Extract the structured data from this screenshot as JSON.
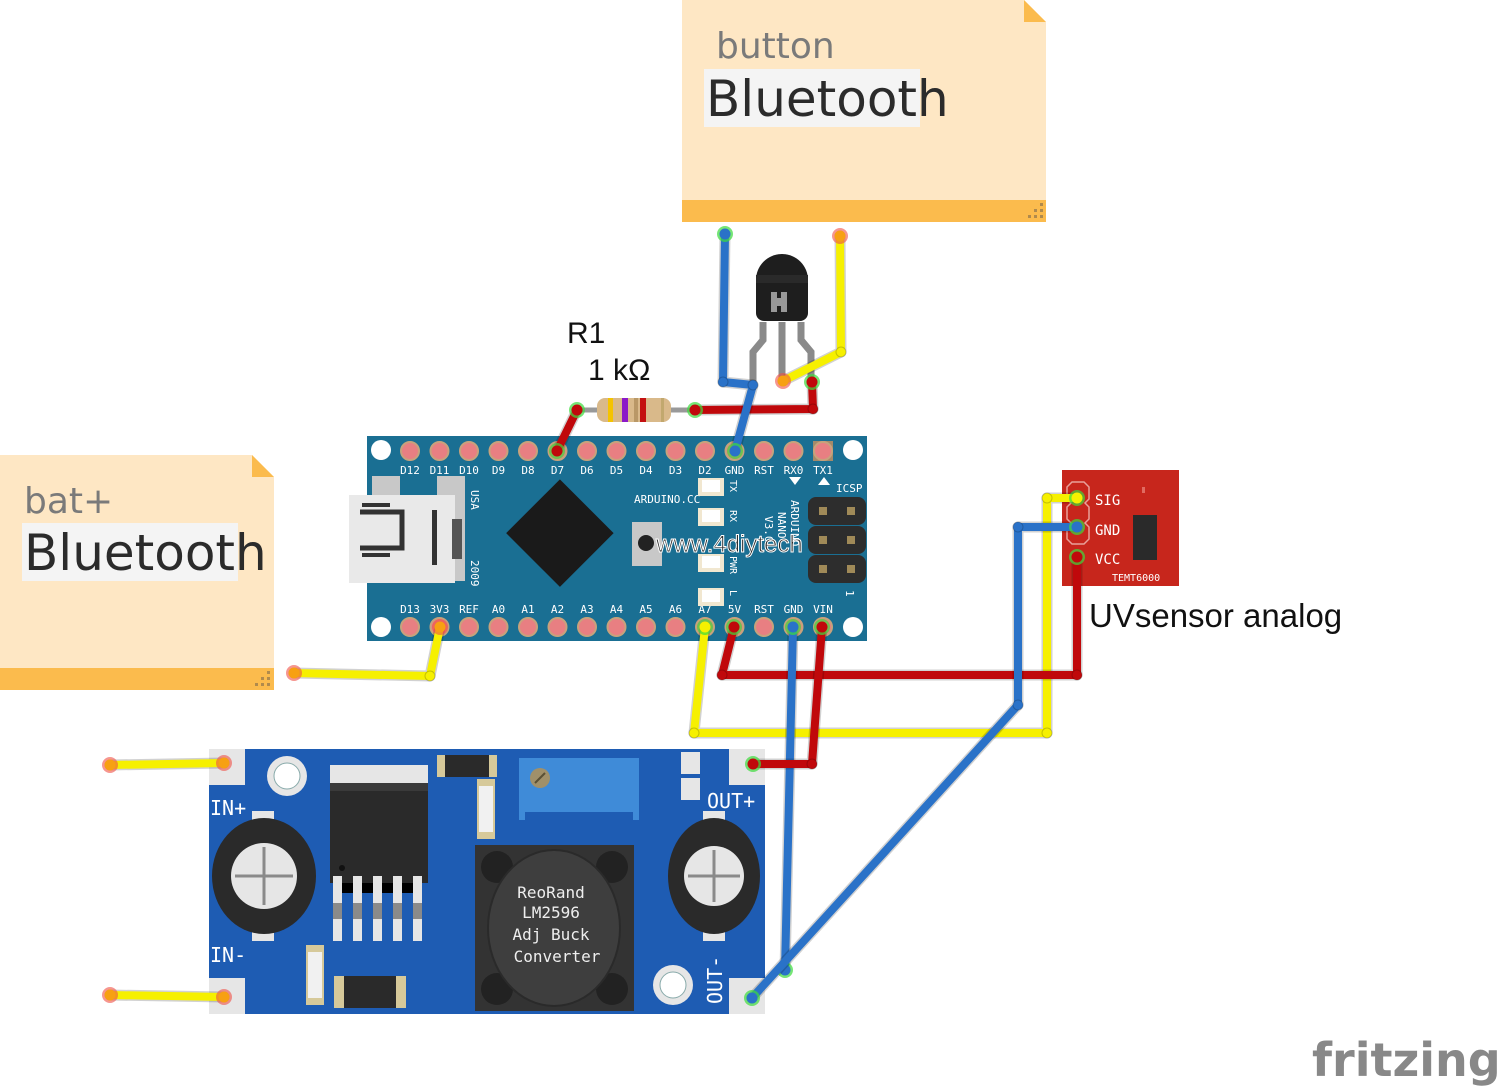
{
  "notes": [
    {
      "id": "note-button",
      "label": "button",
      "title": "Bluetooth"
    },
    {
      "id": "note-bat",
      "label": "bat+",
      "title": "Bluetooth"
    }
  ],
  "arduino": {
    "name": "Arduino Nano",
    "top_pins": [
      "D12",
      "D11",
      "D10",
      "D9",
      "D8",
      "D7",
      "D6",
      "D5",
      "D4",
      "D3",
      "D2",
      "GND",
      "RST",
      "RX0",
      "TX1"
    ],
    "bottom_pins": [
      "D13",
      "3V3",
      "REF",
      "A0",
      "A1",
      "A2",
      "A3",
      "A4",
      "A5",
      "A6",
      "A7",
      "5V",
      "RST",
      "GND",
      "VIN"
    ],
    "brand": "ARDUINO.CC",
    "side_text": [
      "USA",
      "2009"
    ],
    "model_text": [
      "ARDUINO",
      "NANO",
      "V3.0"
    ],
    "leds": [
      "TX",
      "RX",
      "PWR",
      "L"
    ],
    "icsp": "ICSP",
    "icsp_pin1": "1",
    "watermark": "www.4diytech"
  },
  "resistor": {
    "ref": "R1",
    "value": "1 kΩ"
  },
  "transistor": {
    "type": "N"
  },
  "uv_sensor": {
    "pins": [
      "SIG",
      "GND",
      "VCC"
    ],
    "model": "TEMT6000",
    "caption": "UVsensor analog"
  },
  "buck": {
    "labels": {
      "in_plus": "IN+",
      "in_minus": "IN-",
      "out_plus": "OUT+",
      "out_minus": "OUT-"
    },
    "inductor_text": [
      "ReoRand",
      "LM2596",
      "Adj Buck",
      "Converter"
    ]
  },
  "colors": {
    "wire_red": "#c0080b",
    "wire_blue": "#2a72c8",
    "wire_yellow": "#f6f000",
    "board_teal": "#1a6f93",
    "buck_blue": "#1e5cb3",
    "sensor_red": "#c7261c",
    "note_fill": "#fee7c4",
    "note_bar": "#fbbb4d"
  },
  "branding": {
    "logo": "fritzing"
  }
}
